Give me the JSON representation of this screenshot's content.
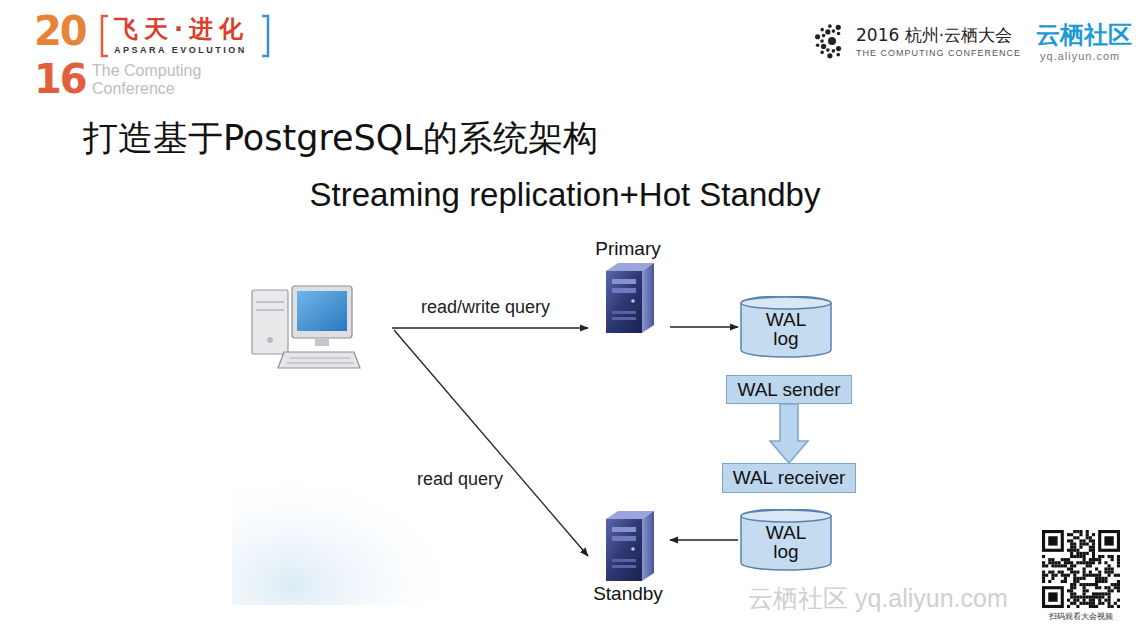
{
  "diagram": {
    "title": "打造基于PostgreSQL的系统架构",
    "nodes": [
      {
        "text": [
          "Primary"
        ]
      },
      {
        "text": [
          "WAL log"
        ]
      },
      {
        "text": [
          "WAL sender"
        ]
      },
      {
        "text": [
          "WAL receiver"
        ]
      },
      {
        "text": [
          "WAL log"
        ]
      },
      {
        "text": [
          "Standby"
        ]
      }
    ],
    "edges": [
      {
        "from": 0,
        "to": 1,
        "arrow": "to"
      },
      {
        "from": 2,
        "to": 3,
        "arrow": "to"
      },
      {
        "from": 4,
        "to": 5,
        "arrow": "to"
      }
    ],
    "labels": [
      "20",
      "16",
      "飞天·进化",
      "APSARA EVOLUTION",
      "The Computing Conference",
      "2016 杭州·云栖大会",
      "THE COMPUTING CONFERENCE",
      "云栖社区",
      "yq.aliyun.com",
      "Streaming replication+Hot Standby",
      "read/write query",
      "read query",
      "云栖社区 yq.aliyun.com",
      "扫码观看大会视频"
    ]
  }
}
